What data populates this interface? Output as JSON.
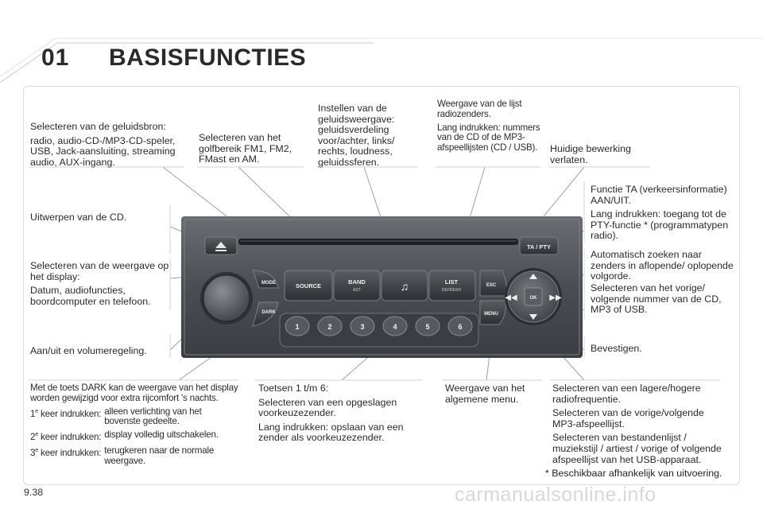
{
  "header": {
    "chapter_number": "01",
    "title": "BASISFUNCTIES"
  },
  "labels": {
    "source": {
      "title": "Selecteren van de geluidsbron:",
      "text": "radio, audio-CD-/MP3-CD-speler, USB, Jack-aansluiting, streaming audio, AUX-ingang."
    },
    "band": "Selecteren van het golfbereik FM1, FM2, FMast en AM.",
    "sound": "Instellen van de geluidsweergave: geluidsverdeling voor/achter, links/ rechts, loudness, geluidssferen.",
    "list": {
      "title": "Weergave van de lijst radiozenders.",
      "text": "Lang indrukken: nummers van de CD of de MP3-afspeellijsten (CD / USB)."
    },
    "esc": "Huidige bewerking verlaten.",
    "ta": {
      "title": "Functie TA (verkeersinformatie) AAN/UIT.",
      "text": "Lang indrukken: toegang tot de PTY-functie * (programmatypen radio)."
    },
    "eject": "Uitwerpen van de CD.",
    "mode": {
      "title": "Selecteren van de weergave op het display:",
      "text": "Datum, audiofuncties, boordcomputer en telefoon."
    },
    "arrows_ud": "Automatisch zoeken naar zenders in aflopende/ oplopende volgorde.",
    "arrows_lr": "Selecteren van het vorige/ volgende nummer van de CD, MP3 of USB.",
    "power": "Aan/uit en volumeregeling.",
    "ok": "Bevestigen.",
    "dark": {
      "intro": "Met de toets DARK kan de weergave van het display worden gewijzigd voor extra rijcomfort 's nachts.",
      "presses": [
        {
          "n": "1",
          "sup": "e",
          "key": "keer indrukken:",
          "text": "alleen verlichting van het bovenste gedeelte."
        },
        {
          "n": "2",
          "sup": "e",
          "key": "keer indrukken:",
          "text": "display volledig uitschakelen."
        },
        {
          "n": "3",
          "sup": "e",
          "key": "keer indrukken:",
          "text": "terugkeren naar de normale weergave."
        }
      ]
    },
    "presets": {
      "title": "Toetsen 1 t/m 6:",
      "line1": "Selecteren van een opgeslagen voorkeuzezender.",
      "line2": "Lang indrukken: opslaan van een zender als voorkeuzezender."
    },
    "menu": "Weergave van het algemene menu.",
    "freq": {
      "line1": "Selecteren van een lagere/hogere radiofrequentie.",
      "line2": "Selecteren van de vorige/volgende MP3-afspeellijst.",
      "line3": "Selecteren van bestandenlijst / muziekstijl / artiest / vorige of volgende afspeellijst van het USB-apparaat."
    }
  },
  "radio": {
    "mode_btn": "MODE",
    "dark_btn": "DARK",
    "source_btn": "SOURCE",
    "band_btn": "BAND",
    "band_sub": "AST",
    "list_btn": "LIST",
    "list_sub": "REFRESH",
    "esc_btn": "ESC",
    "menu_btn": "MENU",
    "ok_btn": "OK",
    "ta_btn": "TA / PTY",
    "presets": [
      "1",
      "2",
      "3",
      "4",
      "5",
      "6"
    ],
    "icons": [
      "eject-icon",
      "music-note-icon",
      "arrow-up-icon",
      "arrow-down-icon",
      "rewind-icon",
      "fast-forward-icon"
    ]
  },
  "footnote": "* Beschikbaar afhankelijk van uitvoering.",
  "page_number": "9.38",
  "watermark": "carmanualsonline.info"
}
